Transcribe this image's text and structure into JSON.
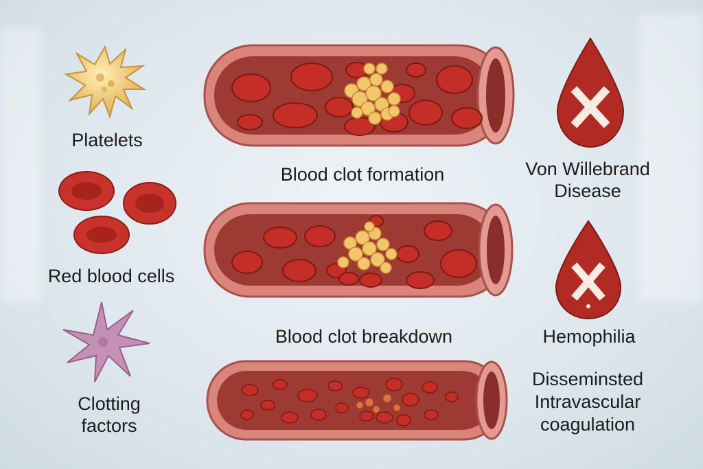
{
  "components": {
    "platelets": "Platelets",
    "red_blood_cells": "Red blood cells",
    "clotting_factors_line1": "Clotting",
    "clotting_factors_line2": "factors"
  },
  "processes": {
    "formation": "Blood clot formation",
    "breakdown": "Blood clot breakdown"
  },
  "disorders": {
    "von_willebrand_line1": "Von Willebrand",
    "von_willebrand_line2": "Disease",
    "hemophilia": "Hemophilia",
    "dic_line1": "Disseminsted",
    "dic_line2": "Intravascular",
    "dic_line3": "coagulation"
  },
  "colors": {
    "vessel_wall": "#d9857c",
    "vessel_lumen": "#9e3a34",
    "rbc": "#c42e26",
    "platelet": "#f0c46a",
    "clotting_factor": "#c690b8",
    "drop": "#b22a24"
  }
}
